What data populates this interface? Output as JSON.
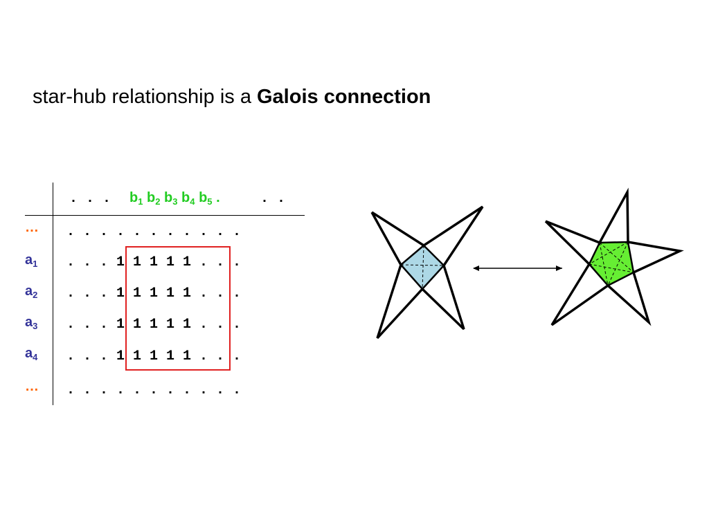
{
  "title": {
    "text": "star-hub relationship is a ",
    "bold": "Galois connection"
  },
  "header": {
    "leading_dots": ". . .",
    "trailing_dots": ". .",
    "b_labels": [
      {
        "base": "b",
        "sub": "1"
      },
      {
        "base": "b",
        "sub": "2"
      },
      {
        "base": "b",
        "sub": "3"
      },
      {
        "base": "b",
        "sub": "4"
      },
      {
        "base": "b",
        "sub": "5"
      }
    ],
    "b_trailing": "."
  },
  "rows": [
    {
      "label": "…",
      "label_sub": "",
      "cells": ". . . . . . . . . . ."
    },
    {
      "label": "a",
      "label_sub": "1",
      "cells": ". . . 1 1 1 1 1 . . ."
    },
    {
      "label": "a",
      "label_sub": "2",
      "cells": ". . . 1 1 1 1 1 . . ."
    },
    {
      "label": "a",
      "label_sub": "3",
      "cells": ". . . 1 1 1 1 1 . . ."
    },
    {
      "label": "a",
      "label_sub": "4",
      "cells": ". . . 1 1 1 1 1 . . ."
    },
    {
      "label": "…",
      "label_sub": "",
      "cells": ". . . . . . . . . . ."
    }
  ],
  "colors": {
    "b_labels": "#22cc22",
    "a_labels": "#333399",
    "ellipsis": "#ff6600",
    "highlight_box": "#e02020",
    "hub4_fill": "#add8e6",
    "hub5_fill": "#66ee33"
  }
}
